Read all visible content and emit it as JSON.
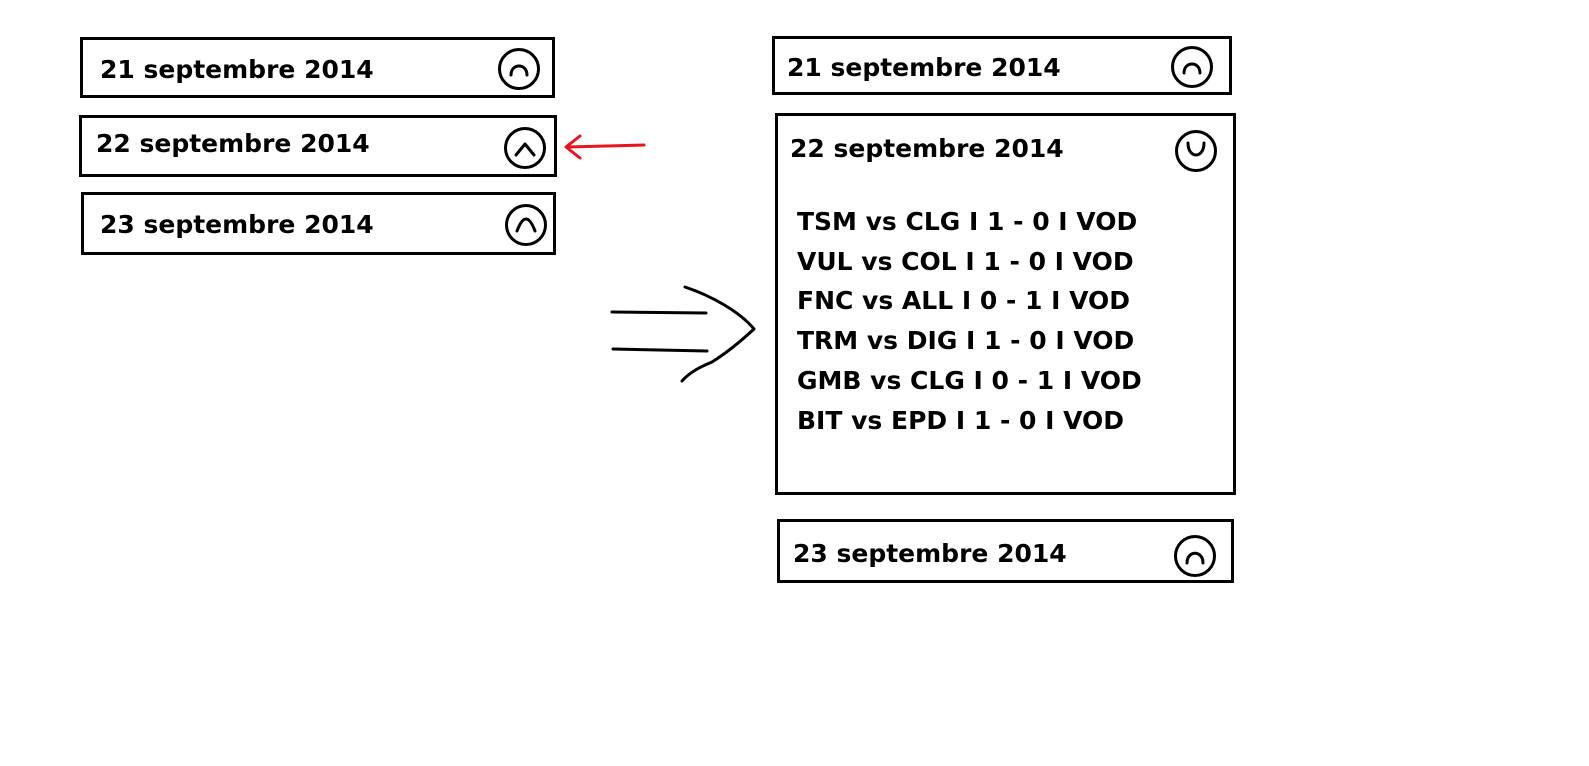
{
  "left_panel": {
    "rows": [
      {
        "date": "21 septembre 2014",
        "toggle_icon": "chevron-up-icon"
      },
      {
        "date": "22 septembre 2014",
        "toggle_icon": "chevron-up-icon"
      },
      {
        "date": "23 septembre 2014",
        "toggle_icon": "chevron-up-icon"
      }
    ]
  },
  "right_panel": {
    "rows": [
      {
        "date": "21 septembre 2014",
        "toggle_icon": "chevron-up-icon"
      },
      {
        "date": "22 septembre 2014",
        "toggle_icon": "chevron-down-icon",
        "expanded": true,
        "matches": [
          "TSM vs CLG I 1 - 0 I VOD",
          "VUL vs COL I 1 - 0 I VOD",
          "FNC vs ALL I 0 - 1 I VOD",
          "TRM vs DIG I 1 - 0 I VOD",
          "GMB vs CLG I 0 - 1 I VOD",
          "BIT vs EPD I 1 - 0 I VOD"
        ]
      },
      {
        "date": "23 septembre 2014",
        "toggle_icon": "chevron-up-icon"
      }
    ]
  },
  "annotations": {
    "pointer_arrow_color": "#e8131b",
    "transition_arrow_color": "#000000"
  }
}
